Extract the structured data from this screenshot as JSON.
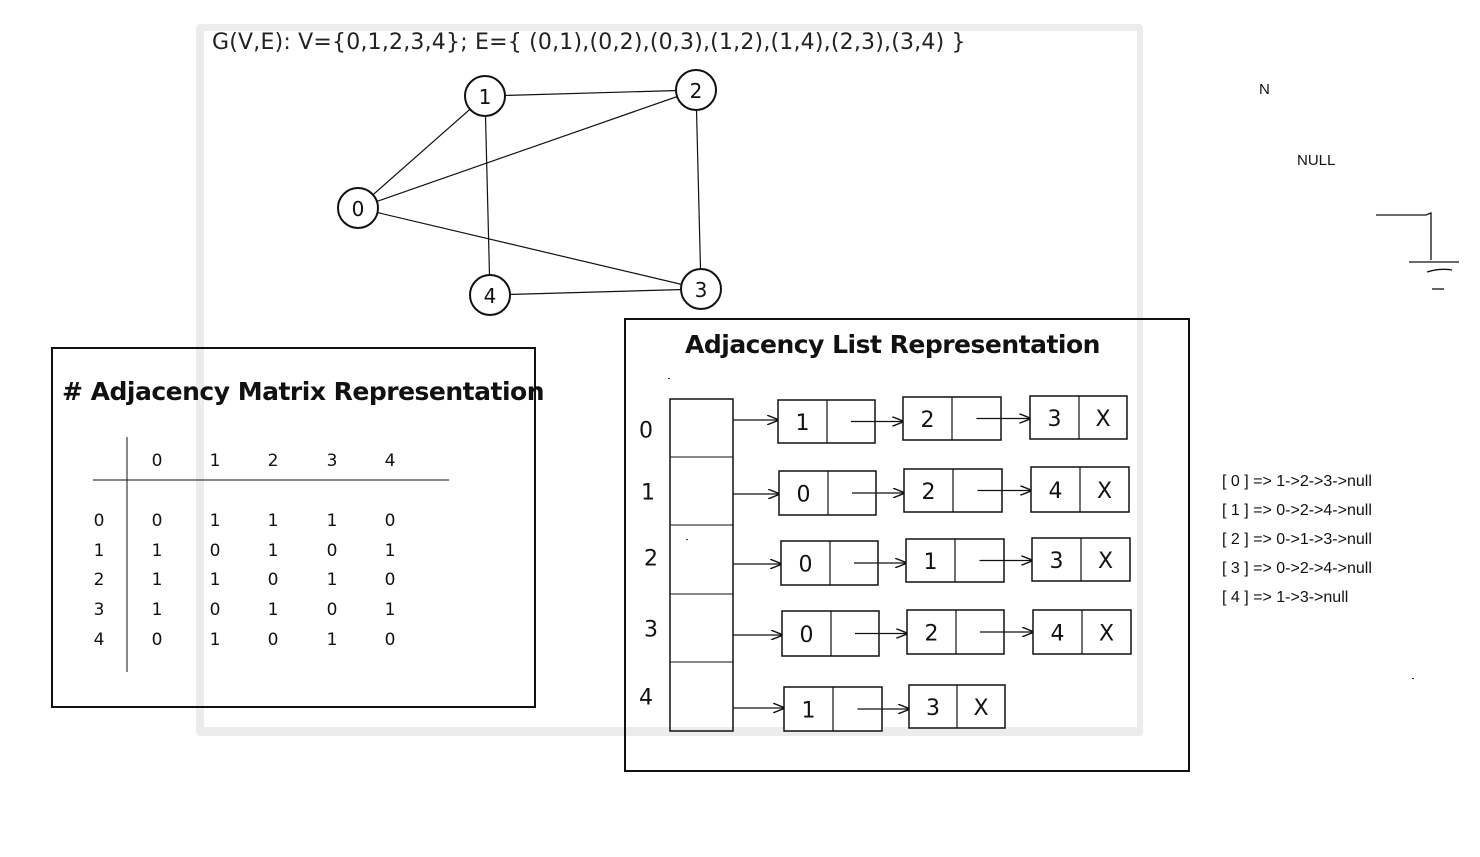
{
  "graph": {
    "title": "G(V,E): V={0,1,2,3,4}; E={ (0,1),(0,2),(0,3),(1,2),(1,4),(2,3),(3,4) }",
    "nodes": [
      "0",
      "1",
      "2",
      "3",
      "4"
    ]
  },
  "matrix": {
    "title": "# Adjacency Matrix Representation",
    "col_headers": [
      "0",
      "1",
      "2",
      "3",
      "4"
    ],
    "row_headers": [
      "0",
      "1",
      "2",
      "3",
      "4"
    ],
    "rows": [
      [
        "0",
        "1",
        "1",
        "1",
        "0"
      ],
      [
        "1",
        "0",
        "1",
        "0",
        "1"
      ],
      [
        "1",
        "1",
        "0",
        "1",
        "0"
      ],
      [
        "1",
        "0",
        "1",
        "0",
        "1"
      ],
      [
        "0",
        "1",
        "0",
        "1",
        "0"
      ]
    ]
  },
  "adj_list": {
    "title": "Adjacency List Representation",
    "indices": [
      "0",
      "1",
      "2",
      "3",
      "4"
    ],
    "lists": [
      [
        "1",
        "2",
        "3"
      ],
      [
        "0",
        "2",
        "4"
      ],
      [
        "0",
        "1",
        "3"
      ],
      [
        "0",
        "2",
        "4"
      ],
      [
        "1",
        "3"
      ]
    ],
    "terminator": "X"
  },
  "notes": {
    "n_label": "N",
    "null_label": "NULL"
  },
  "text_lists": [
    "[ 0 ] => 1->2->3->null",
    "[ 1 ] => 0->2->4->null",
    "[ 2 ] => 0->1->3->null",
    "[ 3 ] => 0->2->4->null",
    "[ 4 ] => 1->3->null"
  ]
}
